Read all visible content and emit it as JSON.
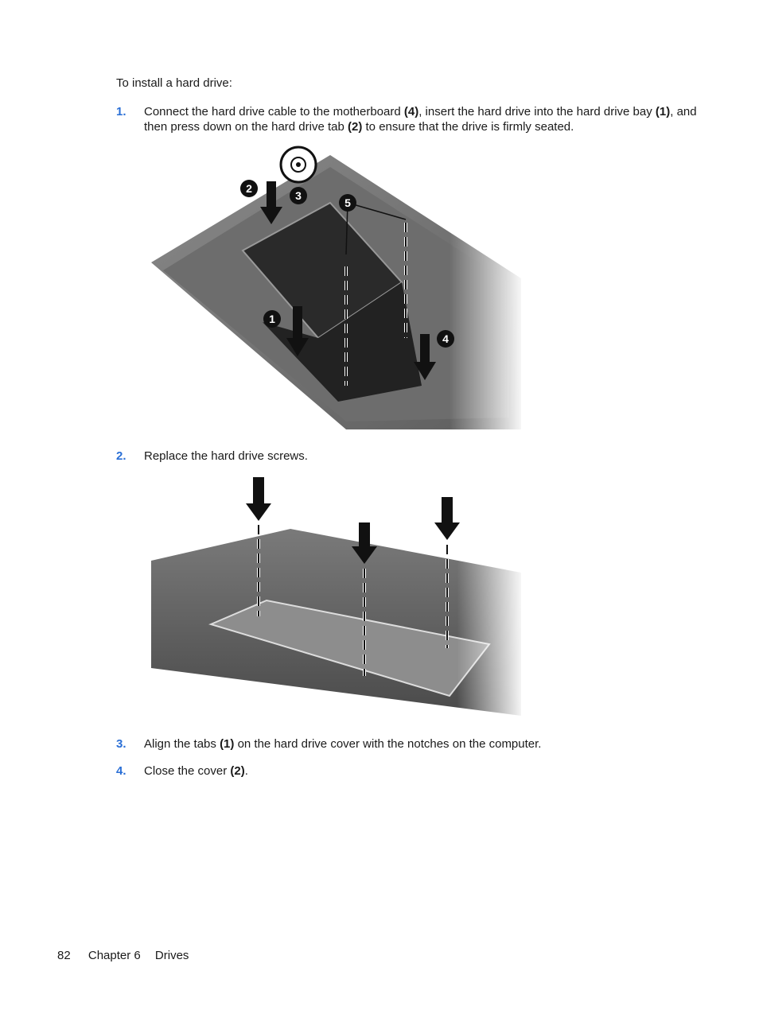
{
  "intro": "To install a hard drive:",
  "steps": [
    {
      "num": "1.",
      "parts": [
        "Connect the hard drive cable to the motherboard ",
        "(4)",
        ", insert the hard drive into the hard drive bay ",
        "(1)",
        ", and then press down on the hard drive tab ",
        "(2)",
        " to ensure that the drive is firmly seated."
      ]
    },
    {
      "num": "2.",
      "parts": [
        "Replace the hard drive screws."
      ]
    },
    {
      "num": "3.",
      "parts": [
        "Align the tabs ",
        "(1)",
        " on the hard drive cover with the notches on the computer."
      ]
    },
    {
      "num": "4.",
      "parts": [
        "Close the cover ",
        "(2)",
        "."
      ]
    }
  ],
  "figure1": {
    "callouts": [
      "1",
      "2",
      "3",
      "4",
      "5"
    ]
  },
  "footer": {
    "page_number": "82",
    "chapter": "Chapter 6",
    "section": "Drives"
  },
  "colors": {
    "step_number": "#2a6fd6",
    "text": "#1a1a1a"
  }
}
